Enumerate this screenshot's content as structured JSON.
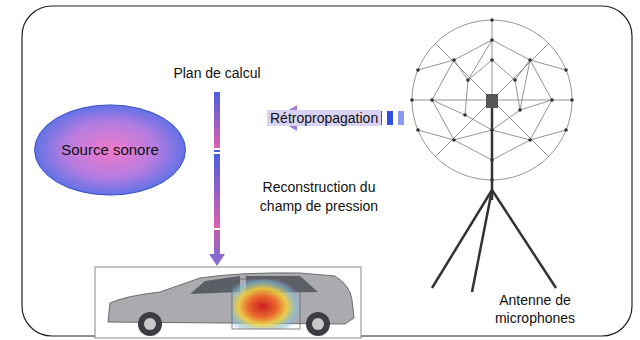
{
  "diagram": {
    "nodes": [
      {
        "text": [
          "Plan de calcul"
        ]
      },
      {
        "text": [
          "Source sonore"
        ]
      },
      {
        "text": [
          "Antenne de microphones"
        ]
      }
    ],
    "edges": [
      {
        "from": 2,
        "to": 0,
        "arrow": "to",
        "label": "Rétropropagation"
      }
    ],
    "labels": [
      "Reconstruction du champ de pression"
    ]
  }
}
